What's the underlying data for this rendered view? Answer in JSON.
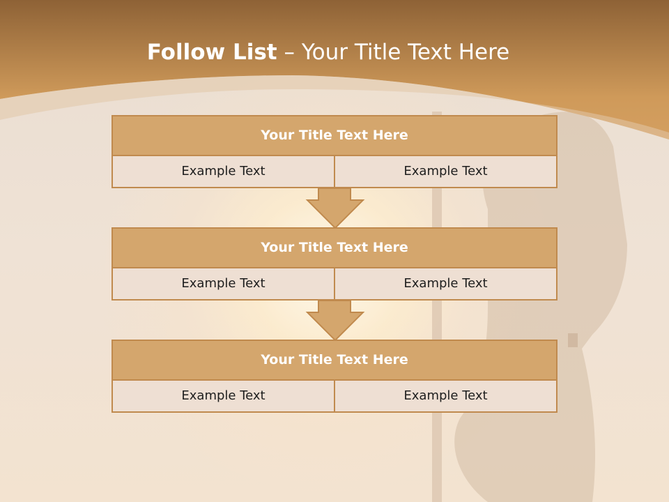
{
  "header": {
    "title_bold": "Follow List",
    "title_dash": "–",
    "title_rest": "Your Title Text Here"
  },
  "steps": [
    {
      "title": "Your Title Text Here",
      "left_text": "Example Text",
      "right_text": "Example Text"
    },
    {
      "title": "Your Title Text Here",
      "left_text": "Example Text",
      "right_text": "Example Text"
    },
    {
      "title": "Your Title Text Here",
      "left_text": "Example Text",
      "right_text": "Example Text"
    }
  ],
  "colors": {
    "banner_dark": "#8e6236",
    "banner_light": "#cf9a5a",
    "box_title_fill": "#d4a66d",
    "box_border": "#c08a4e",
    "cell_fill": "#eedfd3",
    "arrow_fill": "#d4a66d"
  }
}
